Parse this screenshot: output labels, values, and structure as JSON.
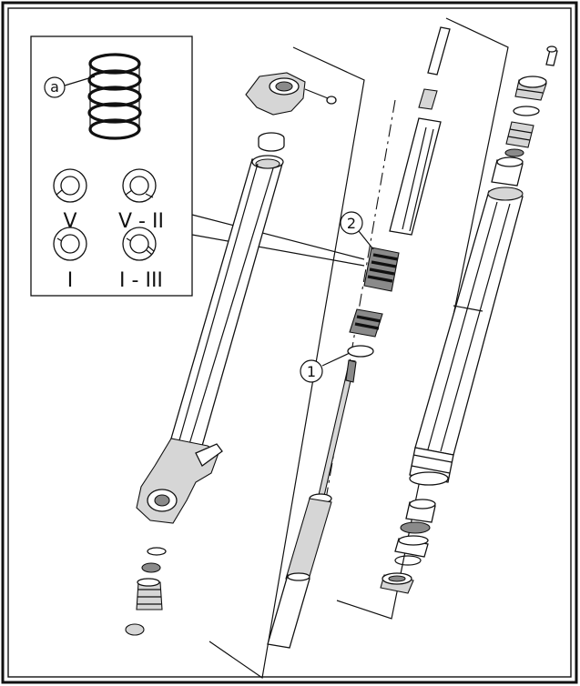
{
  "diagram": {
    "callouts": {
      "part_1": "1",
      "part_2": "2",
      "detail_a": "a"
    },
    "spring_marks": [
      {
        "id": "v",
        "text": "V"
      },
      {
        "id": "v-ii",
        "text": "V - II"
      },
      {
        "id": "i",
        "text": "I"
      },
      {
        "id": "i-iii",
        "text": "I - III"
      }
    ]
  }
}
